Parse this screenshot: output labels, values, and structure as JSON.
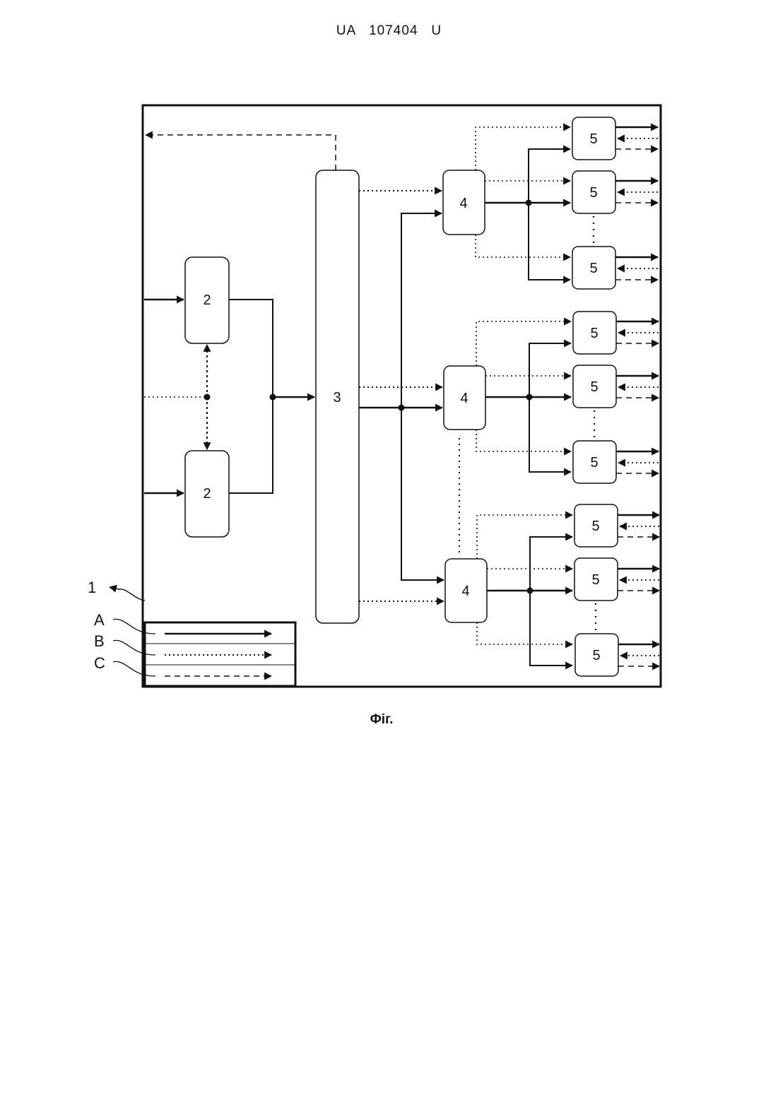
{
  "header": {
    "text": "UA   107404   U"
  },
  "caption": {
    "text": "Фіг."
  },
  "diagram": {
    "block_labels": {
      "b2": "2",
      "b3": "3",
      "b4": "4",
      "b5": "5"
    },
    "legend": {
      "items": [
        {
          "label": "A",
          "line_style": "solid"
        },
        {
          "label": "B",
          "line_style": "dotted"
        },
        {
          "label": "C",
          "line_style": "dashed"
        }
      ]
    },
    "frame_label": "1",
    "colors": {
      "ink": "#111111",
      "background": "#ffffff"
    }
  }
}
